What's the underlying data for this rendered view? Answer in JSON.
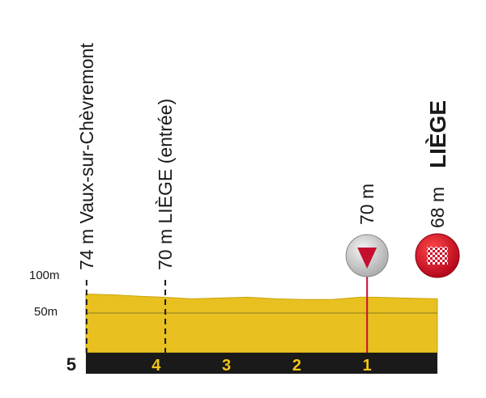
{
  "chart_data": {
    "type": "area",
    "title": "",
    "xlabel": "",
    "ylabel": "",
    "x_direction": "km to finish (decreasing left to right)",
    "xlim": [
      5,
      0
    ],
    "ylim": [
      0,
      100
    ],
    "y_ticks": [
      {
        "value": 100,
        "label": "100m"
      },
      {
        "value": 50,
        "label": "50m"
      }
    ],
    "km_ticks": [
      {
        "value": 5,
        "label": "5"
      },
      {
        "value": 4,
        "label": "4"
      },
      {
        "value": 3,
        "label": "3"
      },
      {
        "value": 2,
        "label": "2"
      },
      {
        "value": 1,
        "label": "1"
      }
    ],
    "profile": {
      "x": [
        5,
        4.6,
        4.2,
        3.9,
        3.5,
        3.1,
        2.7,
        2.3,
        1.9,
        1.5,
        1.1,
        0.9,
        0.5,
        0
      ],
      "y": [
        74,
        73,
        71,
        70,
        68,
        69,
        70,
        68,
        67,
        67,
        70,
        70,
        69,
        68
      ]
    },
    "grid_line_value": 50,
    "fill_color": "#e8c020",
    "bar_color": "#1a1a1a",
    "km_label_color": "#f2c515",
    "markers": [
      {
        "x": 4.99,
        "type": "dashed",
        "label": "74 m Vaux-sur-Chèvremont"
      },
      {
        "x": 3.87,
        "type": "dashed",
        "label": "70 m LIÈGE (entrée)"
      },
      {
        "x": 1.0,
        "type": "flamme-rouge",
        "label": "70 m",
        "color": "#c4102e"
      },
      {
        "x": 0,
        "type": "finish",
        "label": "68 m",
        "place": "LIÈGE"
      }
    ]
  }
}
